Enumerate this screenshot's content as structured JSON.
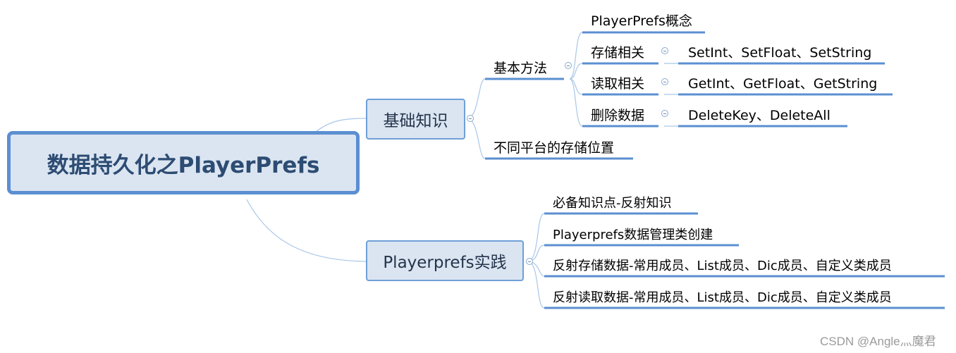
{
  "mindmap": {
    "root": "数据持久化之PlayerPrefs",
    "branch1": {
      "label": "基础知识",
      "basic_methods": {
        "label": "基本方法",
        "concept": "PlayerPrefs概念",
        "storage": {
          "label": "存储相关",
          "detail": "SetInt、SetFloat、SetString"
        },
        "read": {
          "label": "读取相关",
          "detail": "GetInt、GetFloat、GetString"
        },
        "delete": {
          "label": "删除数据",
          "detail": "DeleteKey、DeleteAll"
        }
      },
      "platforms": "不同平台的存储位置"
    },
    "branch2": {
      "label": "Playerprefs实践",
      "items": [
        "必备知识点-反射知识",
        "Playerprefs数据管理类创建",
        "反射存储数据-常用成员、List成员、Dic成员、自定义类成员",
        "反射读取数据-常用成员、List成员、Dic成员、自定义类成员"
      ]
    }
  },
  "watermark": "CSDN @Angle灬魔君",
  "colors": {
    "root_border": "#5b8fd1",
    "node_fill": "#dbe5f1",
    "underline": "#5b8fd1",
    "connector": "#9fc0e5"
  }
}
